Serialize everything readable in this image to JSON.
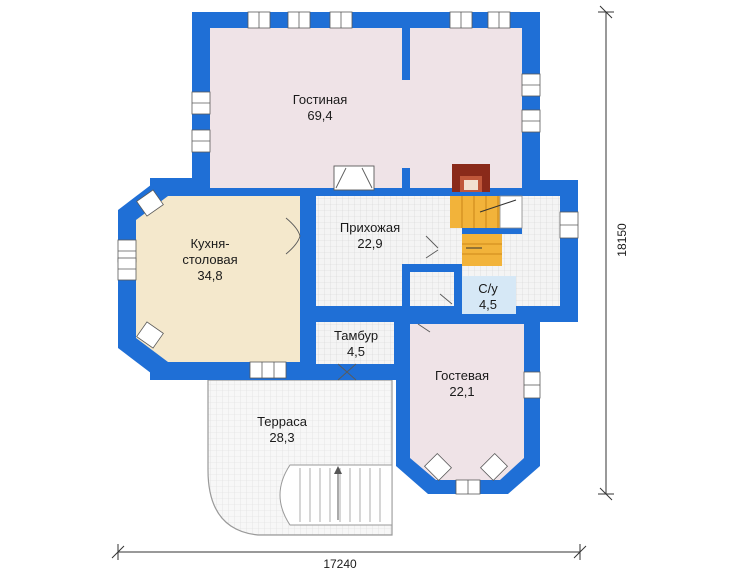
{
  "rooms": [
    {
      "id": "living",
      "name": "Гостиная",
      "area": "69,4"
    },
    {
      "id": "kitchen",
      "name": "Кухня-",
      "name2": "столовая",
      "area": "34,8"
    },
    {
      "id": "hall",
      "name": "Прихожая",
      "area": "22,9"
    },
    {
      "id": "wc",
      "name": "С/у",
      "area": "4,5"
    },
    {
      "id": "vestibule",
      "name": "Тамбур",
      "area": "4,5"
    },
    {
      "id": "guest",
      "name": "Гостевая",
      "area": "22,1"
    },
    {
      "id": "terrace",
      "name": "Терраса",
      "area": "28,3"
    }
  ],
  "dimensions": {
    "width": "17240",
    "height": "18150"
  },
  "colors": {
    "wall": "#1f6fd6",
    "living": "#efe3e7",
    "kitchen": "#f4e8cc",
    "hall": "#f2f2f2",
    "wc": "#d6e8f6",
    "stairs": "#f2b33a",
    "fireplace": "#8a2a1a"
  }
}
